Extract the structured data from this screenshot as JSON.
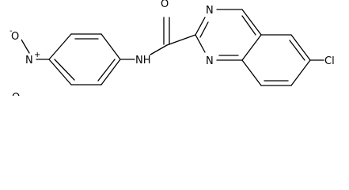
{
  "atoms": {
    "o_minus": "O",
    "minus_charge": "-",
    "n_nitro": "N",
    "plus_charge": "+",
    "o_nitro": "O",
    "nh": "NH",
    "o_carbonyl": "O",
    "n3": "N",
    "n1": "N",
    "cl": "Cl"
  }
}
